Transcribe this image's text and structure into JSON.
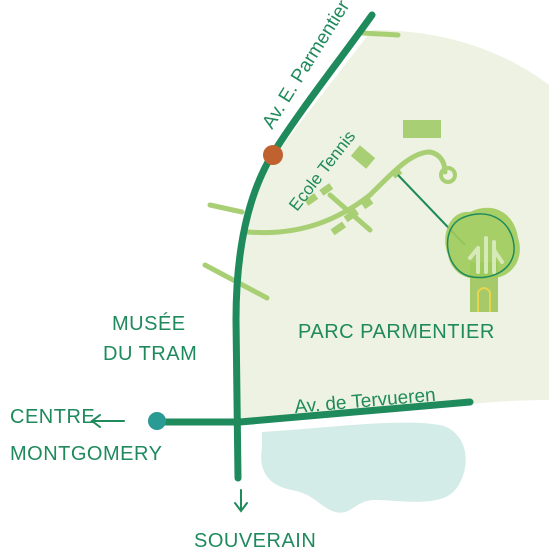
{
  "map": {
    "labels": {
      "parmentier_avenue": "Av. E. Parmentier",
      "tennis_school": "Ecole Tennis",
      "park": "PARC PARMENTIER",
      "museum_line1": "MUSÉE",
      "museum_line2": "DU TRAM",
      "tervueren_avenue": "Av. de Tervueren",
      "montgomery_line1": "CENTRE",
      "montgomery_line2": "MONTGOMERY",
      "souverain": "SOUVERAIN"
    },
    "directions": {
      "montgomery": "left-arrow-icon",
      "souverain": "down-arrow-icon"
    },
    "colors": {
      "main_road": "#1f8a5c",
      "park_fill": "#eef2e2",
      "minor_path": "#a9cf74",
      "water": "#d3ece8",
      "tram_stop_orange": "#c0622f",
      "tram_stop_teal": "#2a9a95",
      "tree_canopy": "#9fcb5b",
      "tree_trunk": "#a6c96a",
      "text": "#1f8a5c"
    }
  }
}
